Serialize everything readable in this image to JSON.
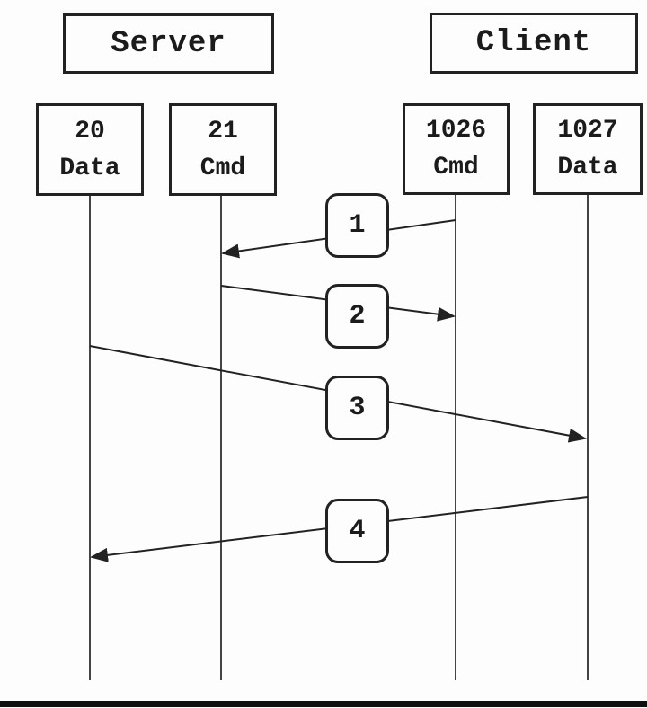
{
  "diagram": {
    "server": {
      "label": "Server"
    },
    "client": {
      "label": "Client"
    },
    "ports": [
      {
        "number": "20",
        "kind": "Data",
        "host": "Server"
      },
      {
        "number": "21",
        "kind": "Cmd",
        "host": "Server"
      },
      {
        "number": "1026",
        "kind": "Cmd",
        "host": "Client"
      },
      {
        "number": "1027",
        "kind": "Data",
        "host": "Client"
      }
    ],
    "messages": [
      {
        "label": "1",
        "from_port": "1026",
        "to_port": "21"
      },
      {
        "label": "2",
        "from_port": "21",
        "to_port": "1026"
      },
      {
        "label": "3",
        "from_port": "20",
        "to_port": "1027"
      },
      {
        "label": "4",
        "from_port": "1027",
        "to_port": "20"
      }
    ],
    "colors": {
      "line": "#222222",
      "lifeline": "#444444",
      "background": "#fdfdfd",
      "bottom_bar": "#101010"
    }
  }
}
